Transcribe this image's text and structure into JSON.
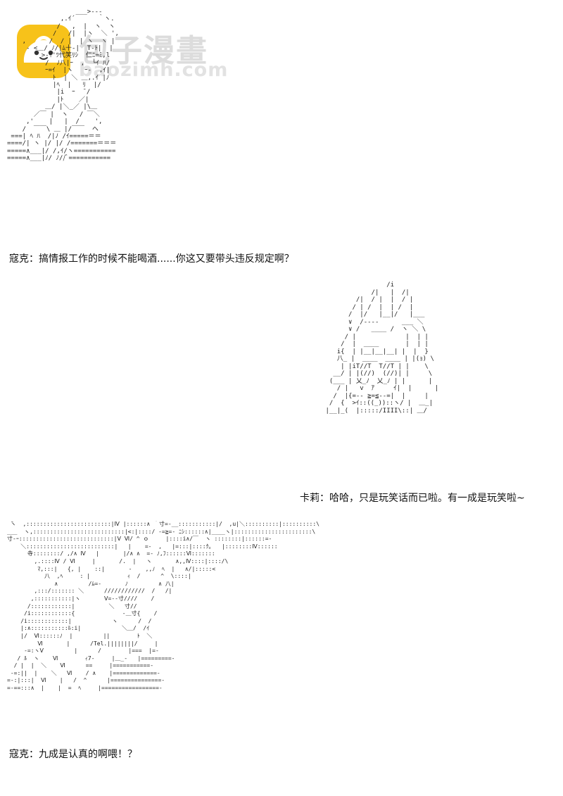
{
  "watermark": {
    "title": "包子漫畫",
    "url": "baozimh.com",
    "logo_icon": "bun-mascot-icon",
    "logo_color": "#f7c21a"
  },
  "panels": [
    {
      "caption": "寇克：搞情报工作的时候不能喝酒......你这又要带头违反规定啊？",
      "art": "                  ___>-‐-\n              ,.ｲ´      ｀ヽ.\n             /   ,  |  ヽ  ヽ\n            /   /|  |ヽ  ＼ ',\n    ,      /  / |  | ヽ  ヽ |\n     - <＿/ ﾉ/|ﾑ十-|  T‐ﾄ|  |\n         >-ｲ'ﾂ代笑ﾘｼ  仁ﾆ=ﾐ,l\n          /  ﾉ八|ｰ  ,  └ｲ ﾊ/\n          ｰ=ｲ  |ヽ   ｰ‐  ,ｲ|\n            ﾄ  | ＼ ＿,.ｲ |ﾉ\n            |ﾍ  |   ﾘ  |/\n             |i  ｰ  ̄ /\n             |ﾄ    ／|\n          ＿/ |＼_／ |\\＿\n       ／￣ |  ヽ   / ￣＼\n     ,'    |   |  /    ',\n    /  ￣￣\\ ＿ |/￣￣  ヘ\n ===| ﾍ ﾊ  /|ﾉ /ｲ=====＝＝\n====/| ヽ |/ |/ /=======＝＝＝\n=====∧___|/ /,ｲ/ヽ===========\n=====∧___|ﾉ/ ﾉ//ﾞ===========\n"
    },
    {
      "caption": "卡莉：哈哈，只是玩笑话而已啦。有一成是玩笑啦~",
      "art": "                      /i\n                  /|   |  /|\n              /|  / |  |  / |\n             / | /  |  | /  |\n            /  |/   |__|/   |___\n            ∨  /‐‐‐‐      ___ ＼\n            ∨ /   ____ /  ヽ ＼ \\\n           / |             |  | |\n          /  |  ____       |  | |\n         i{  | |__|__|__| |  |  }\n         八_ |  ____  ____ | |(ｮ) \\\n          | |iT//T  T//T | |    \\\n        __/ | |(//)  (//)| |     \\\n       (___ | 乂_ﾉ  乂_ﾉ | |      |\n         / |   v  ｱ     ｲ|  |      |\n        /  |{=-‐ ≧=≦-‐=|  |     |\n       /  {  >ｲ::((_))::ヽ/ |  ＿_|\n      |__|_(  |:::::/IIII\\::| ＿/\n"
    },
    {
      "caption": "寇克：九成是认真的啊喂！？",
      "art": " ̄ヽ  ,:::::::::::::::::::::::::|Ⅳ |::::::∧ ｀寸=-__:::::::::::|/  ,u|＼::::::::::|::::::::::\\\n___  ヽ,:::::::::::::::::::::::::::|<:|::::/ -=≧=- ﾆｼ::::::∧|____ヽ|:::::::::::::::::::::::\\\n寸-ｰ::::::::::::::::::::::::::::|Ⅴ Ⅵ/ ^ ｏ     |::::i∧/￣  ヽ ::::::::|::::::=-\n    ＼::::::::::::::::::::::::::|   |    =-  ,   |=:::|::::ｸ｡   |::::::::Ⅳ::::::\n      寺::::::::/ ,/∧ Ⅳ   |       |/∧ ∧  =- ﾉ,ﾌ::::::Ⅵ:::::::\n        ,.::::Ⅳ / Ⅵ     |       /.  |   ヽ       ∧,,Ⅳ::::|::::/\\\n         ﾏ,:::|   {, |    ::|       -    ,,ﾉ  ﾍ  |   ∧/|:::::<\n           八  ,ﾍ     : |           ｨ  /      ^  \\::::|\n              ∧         /ﾑ=-       ﾉ         ∧ 八|\n        ,:::/::::::: ＼      ////////////  /   /|\n       ,:::::::::::|ヽ       Ⅴ=‐-寸////    /\n      /::::::::::::|          ＼   寸//\n     /i::::::::::::{              ‐＿寸{    /\n    /i::::::::::::|            ヽ      /  /\n    |:∧:::::::::::ﾙ:i|            ＼＿/  /ｲ\n    |/  Ⅵ::::::ﾉ  |         ||        ﾄ  ＼\n         Ⅵ       |      /Tel.||||||||/     |\n     -=:ヽⅤ         |      /        |===  |=-\n   / ﾙ  ヽ    Ⅵ        ｨ7-     |＿_-   |=========-\n  / |  |  ＼    Ⅵ      ==     |===========-\n -=:||  |    ＼   Ⅵ    / ∧    |=============-\n=-:|:::|  Ⅵ    |   /  ^      |===============-\n=-==:::∧  |    |  =  ﾍ     |=================-\n"
    }
  ]
}
